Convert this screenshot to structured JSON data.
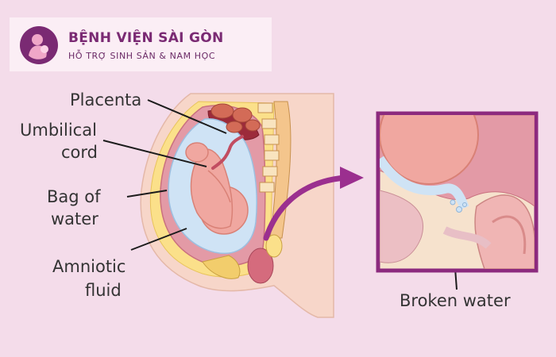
{
  "brand": {
    "name": "BỆNH VIỆN SÀI GÒN",
    "subtitle": "HỖ TRỢ SINH SẢN & NAM HỌC"
  },
  "labels": {
    "placenta": "Placenta",
    "umbilical_line1": "Umbilical",
    "umbilical_line2": "cord",
    "bag_line1": "Bag of",
    "bag_line2": "water",
    "amniotic_line1": "Amniotic",
    "amniotic_line2": "fluid",
    "broken_water": "Broken water"
  },
  "colors": {
    "background": "#f4dcea",
    "brand_purple": "#7a2a73",
    "arrow_magenta": "#9b2f8f",
    "frame_border": "#8c2a7e",
    "amniotic_blue": "#cfe3f5",
    "skin": "#f7d6c9",
    "fetus": "#f0a7a0"
  }
}
